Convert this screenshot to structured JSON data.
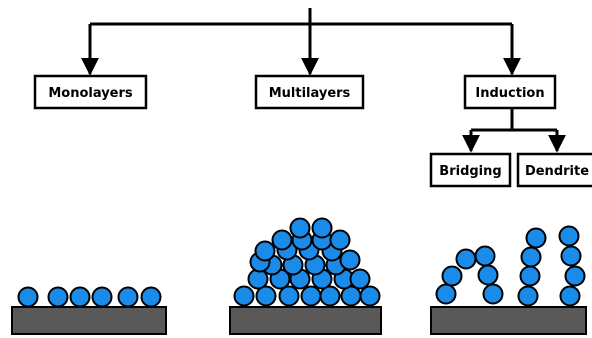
{
  "diagram": {
    "colors": {
      "particle_fill": "#1a8be8",
      "particle_stroke": "#000000",
      "substrate_fill": "#595959",
      "line": "#000000"
    },
    "boxes": {
      "monolayers": "Monolayers",
      "multilayers": "Multilayers",
      "induction": "Induction",
      "bridging": "Bridging",
      "dendrite": "Dendrite"
    }
  }
}
